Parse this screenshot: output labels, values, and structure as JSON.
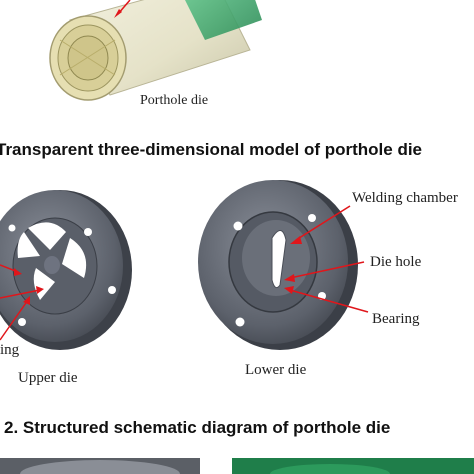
{
  "figure_top": {
    "label_porthole_die": "Porthole die"
  },
  "caption_fig1": "Transparent three-dimensional model of porthole die",
  "figure_middle": {
    "label_welding_chamber": "Welding chamber",
    "label_die_hole": "Die hole",
    "label_bearing": "Bearing",
    "label_bearing_left_partial": "ing",
    "label_upper_die": "Upper die",
    "label_lower_die": "Lower die"
  },
  "caption_fig2": "2. Structured schematic diagram of porthole die",
  "colors": {
    "arrow": "#e0161b",
    "die_dark": "#4a4e57",
    "die_face": "#6a6f79",
    "cylinder_green": "#2fa060"
  }
}
